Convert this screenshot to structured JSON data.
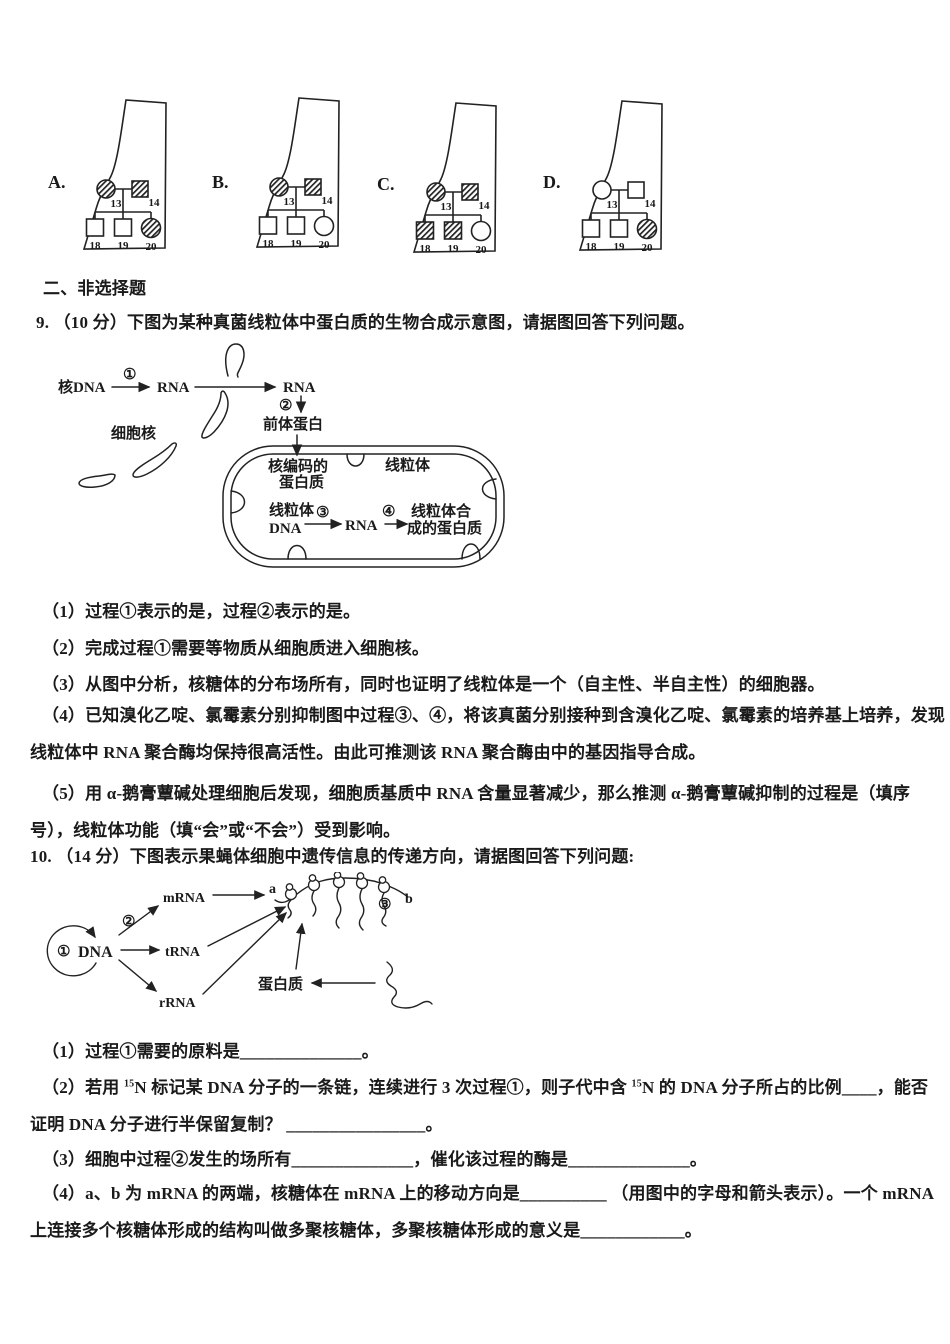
{
  "section_header": "二、非选择题",
  "options": {
    "pedigrees": [
      {
        "label": "A.",
        "members": [
          {
            "id": "13",
            "shape": "circle",
            "shaded": true
          },
          {
            "id": "14",
            "shape": "square",
            "shaded": true
          },
          {
            "id": "18",
            "shape": "square",
            "shaded": false
          },
          {
            "id": "19",
            "shape": "square",
            "shaded": false
          },
          {
            "id": "20",
            "shape": "circle",
            "shaded": true
          }
        ]
      },
      {
        "label": "B.",
        "members": [
          {
            "id": "13",
            "shape": "circle",
            "shaded": true
          },
          {
            "id": "14",
            "shape": "square",
            "shaded": true
          },
          {
            "id": "18",
            "shape": "square",
            "shaded": false
          },
          {
            "id": "19",
            "shape": "square",
            "shaded": false
          },
          {
            "id": "20",
            "shape": "circle",
            "shaded": false
          }
        ]
      },
      {
        "label": "C.",
        "members": [
          {
            "id": "13",
            "shape": "circle",
            "shaded": true
          },
          {
            "id": "14",
            "shape": "square",
            "shaded": true
          },
          {
            "id": "18",
            "shape": "square",
            "shaded": true
          },
          {
            "id": "19",
            "shape": "square",
            "shaded": true
          },
          {
            "id": "20",
            "shape": "circle",
            "shaded": false
          }
        ]
      },
      {
        "label": "D.",
        "members": [
          {
            "id": "13",
            "shape": "circle",
            "shaded": false
          },
          {
            "id": "14",
            "shape": "square",
            "shaded": false
          },
          {
            "id": "18",
            "shape": "square",
            "shaded": false
          },
          {
            "id": "19",
            "shape": "square",
            "shaded": false
          },
          {
            "id": "20",
            "shape": "circle",
            "shaded": true
          }
        ]
      }
    ]
  },
  "q9": {
    "stem": "9. （10 分）下图为某种真菌线粒体中蛋白质的生物合成示意图，请据图回答下列问题。",
    "diagram": {
      "nuclear_dna": "核DNA",
      "step1": "①",
      "rna1": "RNA",
      "rna2": "RNA",
      "step2": "②",
      "precursor": "前体蛋白",
      "nucleus_label": "细胞核",
      "nuclear_encoded_l1": "核编码的",
      "nuclear_encoded_l2": "蛋白质",
      "mito_label": "线粒体",
      "mito_dna_l1": "线粒体",
      "mito_dna_l2": "DNA",
      "step3": "③",
      "rna3": "RNA",
      "step4": "④",
      "mito_protein_l1": "线粒体合",
      "mito_protein_l2": "成的蛋白质"
    },
    "item1": "（1）过程①表示的是，过程②表示的是。",
    "item2": "（2）完成过程①需要等物质从细胞质进入细胞核。",
    "item3": "（3）从图中分析，核糖体的分布场所有，同时也证明了线粒体是一个（自主性、半自主性）的细胞器。",
    "item4_l1": "（4）已知溴化乙啶、氯霉素分别抑制图中过程③、④，将该真菌分别接种到含溴化乙啶、氯霉素的培养基上培养，发现",
    "item4_l2": "线粒体中 RNA 聚合酶均保持很高活性。由此可推测该 RNA 聚合酶由中的基因指导合成。",
    "item5_l1": "（5）用 α-鹅膏蕈碱处理细胞后发现，细胞质基质中 RNA 含量显著减少，那么推测 α-鹅膏蕈碱抑制的过程是（填序",
    "item5_l2": "号），线粒体功能（填“会”或“不会”）受到影响。"
  },
  "q10": {
    "stem": "10. （14 分）下图表示果蝇体细胞中遗传信息的传递方向，请据图回答下列问题:",
    "diagram": {
      "step1": "①",
      "dna": "DNA",
      "step2": "②",
      "mrna": "mRNA",
      "trna": "tRNA",
      "rrna": "rRNA",
      "a": "a",
      "b": "b",
      "step3": "③",
      "protein": "蛋白质"
    },
    "item1": "（1）过程①需要的原料是______________。",
    "item2": {
      "p1": "（2）若用 ",
      "sup1": "15",
      "p2": "N 标记某 DNA 分子的一条链，连续进行 3 次过程①，则子代中含 ",
      "sup2": "15",
      "p3": "N 的 DNA 分子所占的比例____，能否"
    },
    "item2_l2": "证明 DNA 分子进行半保留复制？ ________________。",
    "item3": "（3）细胞中过程②发生的场所有______________，催化该过程的酶是______________。",
    "item4_l1": "（4）a、b 为 mRNA 的两端，核糖体在 mRNA 上的移动方向是__________ （用图中的字母和箭头表示）。一个 mRNA",
    "item4_l2": "上连接多个核糖体形成的结构叫做多聚核糖体，多聚核糖体形成的意义是____________。"
  }
}
